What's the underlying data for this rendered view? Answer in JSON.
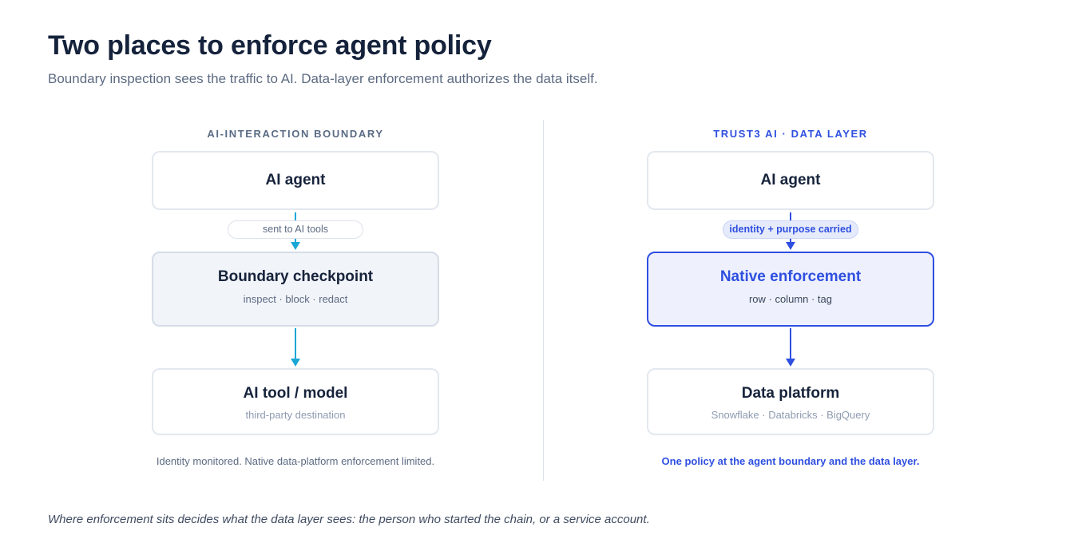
{
  "header": {
    "title": "Two places to enforce agent policy",
    "subtitle": "Boundary inspection sees the traffic to AI. Data-layer enforcement authorizes the data itself."
  },
  "left": {
    "heading": "AI-INTERACTION BOUNDARY",
    "top_box": {
      "title": "AI agent"
    },
    "connector_label": "sent to AI tools",
    "mid_box": {
      "title": "Boundary checkpoint",
      "subtitle": "inspect · block · redact"
    },
    "bottom_box": {
      "title": "AI tool / model",
      "subtitle": "third-party destination"
    },
    "caption": "Identity monitored. Native data-platform enforcement limited.",
    "accent_color": "#1ba7d6"
  },
  "right": {
    "heading": "TRUST3 AI · DATA LAYER",
    "top_box": {
      "title": "AI agent"
    },
    "connector_label": "identity + purpose carried",
    "mid_box": {
      "title": "Native enforcement",
      "subtitle": "row · column · tag"
    },
    "bottom_box": {
      "title": "Data platform",
      "subtitle": "Snowflake · Databricks · BigQuery"
    },
    "caption": "One policy at the agent boundary and the data layer.",
    "accent_color": "#2f4fe0"
  },
  "footnote": "Where enforcement sits decides what the data layer sees: the person who started the chain, or a service account."
}
